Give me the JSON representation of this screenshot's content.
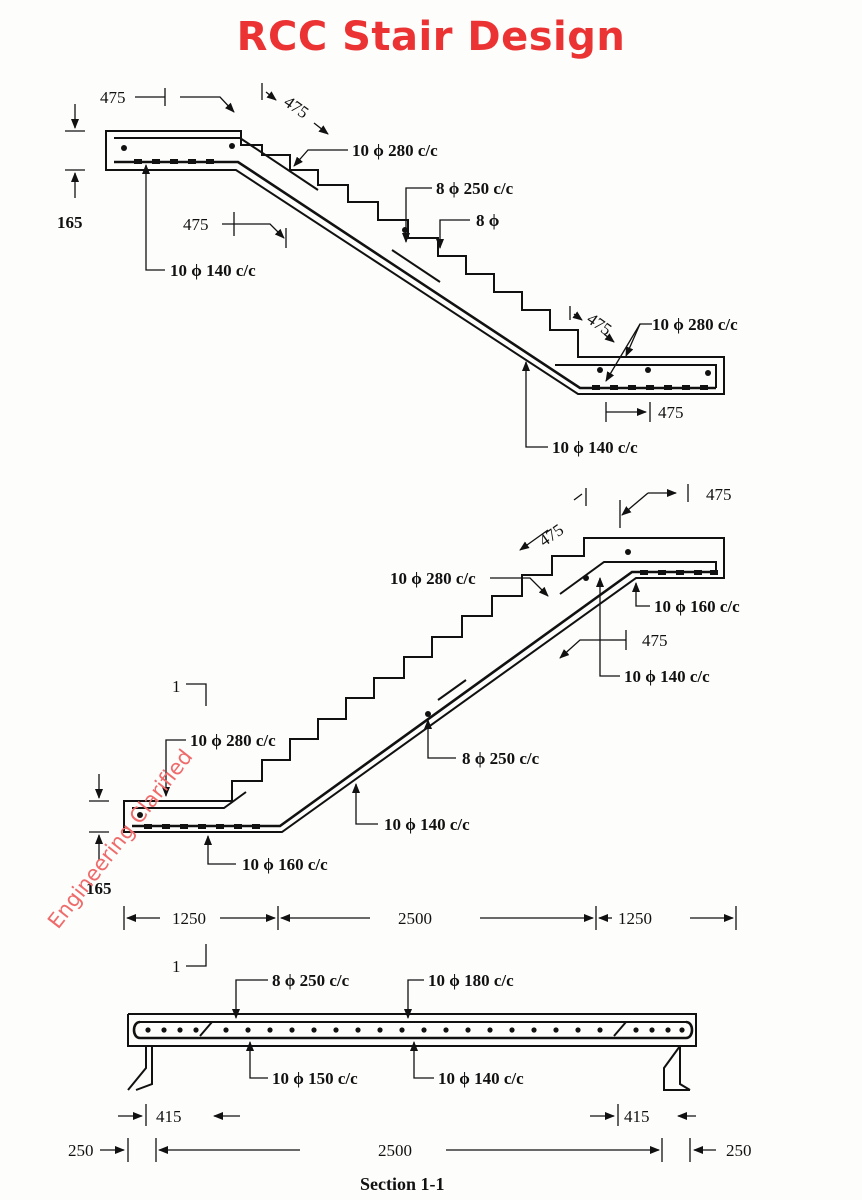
{
  "title": "RCC Stair Design",
  "watermark": "Engineering Clarified",
  "top_flight": {
    "dim_landing_top": "475",
    "dim_step": "475",
    "dim_landing_bottom": "475",
    "dim_thickness": "165",
    "dim_right_landing": "475",
    "dim_right_step": "475",
    "bar_top_landing": "10 ϕ 280 c/c",
    "bar_distribution": "8 ϕ 250 c/c",
    "bar_nosing": "8 ϕ",
    "bar_main_bottom": "10 ϕ 140 c/c",
    "bar_right_top": "10 ϕ 280 c/c",
    "bar_right_main": "10 ϕ 140 c/c"
  },
  "bottom_flight": {
    "dim_top_landing": "475",
    "dim_step": "475",
    "dim_mid": "475",
    "dim_thickness": "165",
    "bar_top": "10 ϕ 280 c/c",
    "bar_landing_bottom": "10 ϕ 160 c/c",
    "bar_main": "10 ϕ 140 c/c",
    "bar_left_top": "10 ϕ 280 c/c",
    "bar_distribution": "8 ϕ 250 c/c",
    "bar_main_low": "10 ϕ 140 c/c",
    "bar_left_bottom": "10 ϕ 160 c/c",
    "section_mark": "1",
    "dim_left": "1250",
    "dim_middle": "2500",
    "dim_right": "1250"
  },
  "section": {
    "bar_distribution": "8 ϕ 250 c/c",
    "bar_top": "10 ϕ 180 c/c",
    "bar_bottom_left": "10 ϕ 150 c/c",
    "bar_bottom_main": "10 ϕ 140 c/c",
    "dim_support_left": "415",
    "dim_support_right": "415",
    "dim_wall_left": "250",
    "dim_span": "2500",
    "dim_wall_right": "250",
    "caption": "Section 1-1"
  }
}
